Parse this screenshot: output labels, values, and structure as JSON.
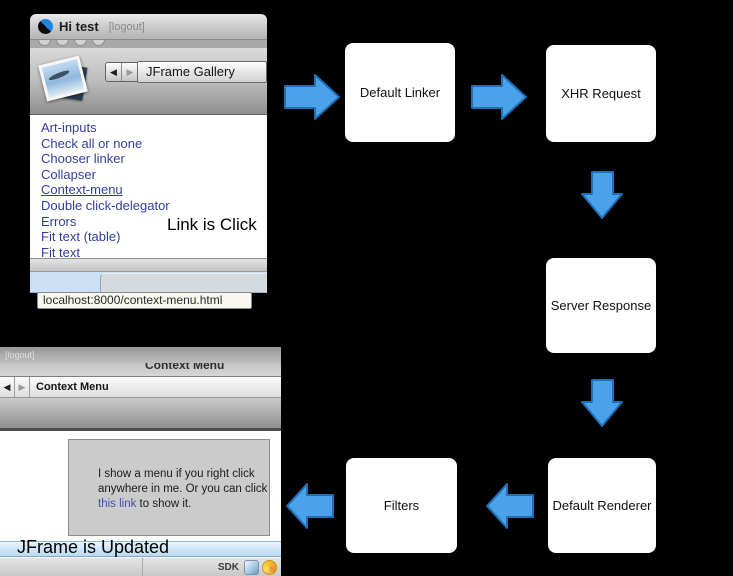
{
  "colors": {
    "background": "#000000",
    "arrow_fill": "#4BA2E8",
    "arrow_stroke": "#1E6FB4",
    "link_blue": "#333E9B",
    "banner_blue": "#CFE6F7"
  },
  "browser_top": {
    "window_title": "Hi test",
    "logout_label": "[logout]",
    "back_glyph": "◀",
    "forward_glyph": "▶",
    "gallery_field": "JFrame Gallery",
    "links": [
      "Art-inputs",
      "Check all or none",
      "Chooser linker",
      "Collapser",
      "Context-menu",
      "Double click-delegator",
      "Errors",
      "Fit text (table)",
      "Fit text"
    ],
    "active_link": "Context-menu",
    "url_tooltip": "localhost:8000/context-menu.html"
  },
  "annotations": {
    "link_clicked": "Link is Click",
    "jframe_updated": "JFrame is Updated"
  },
  "flow": {
    "boxes": [
      {
        "label": "Default Linker"
      },
      {
        "label": "XHR Request"
      },
      {
        "label": "Server Response"
      },
      {
        "label": "Default Renderer"
      },
      {
        "label": "Filters"
      }
    ]
  },
  "browser_bottom": {
    "logout_label": "[logout]",
    "page_heading": "Context Menu",
    "back_glyph": "◀",
    "forward_glyph": "▶",
    "nav_title": "Context Menu",
    "panel_text_before": "I show a menu if you right click anywhere in me. Or you can click ",
    "panel_link_text": "this link",
    "panel_text_after": " to show it.",
    "status_sdk_label": "SDK"
  }
}
